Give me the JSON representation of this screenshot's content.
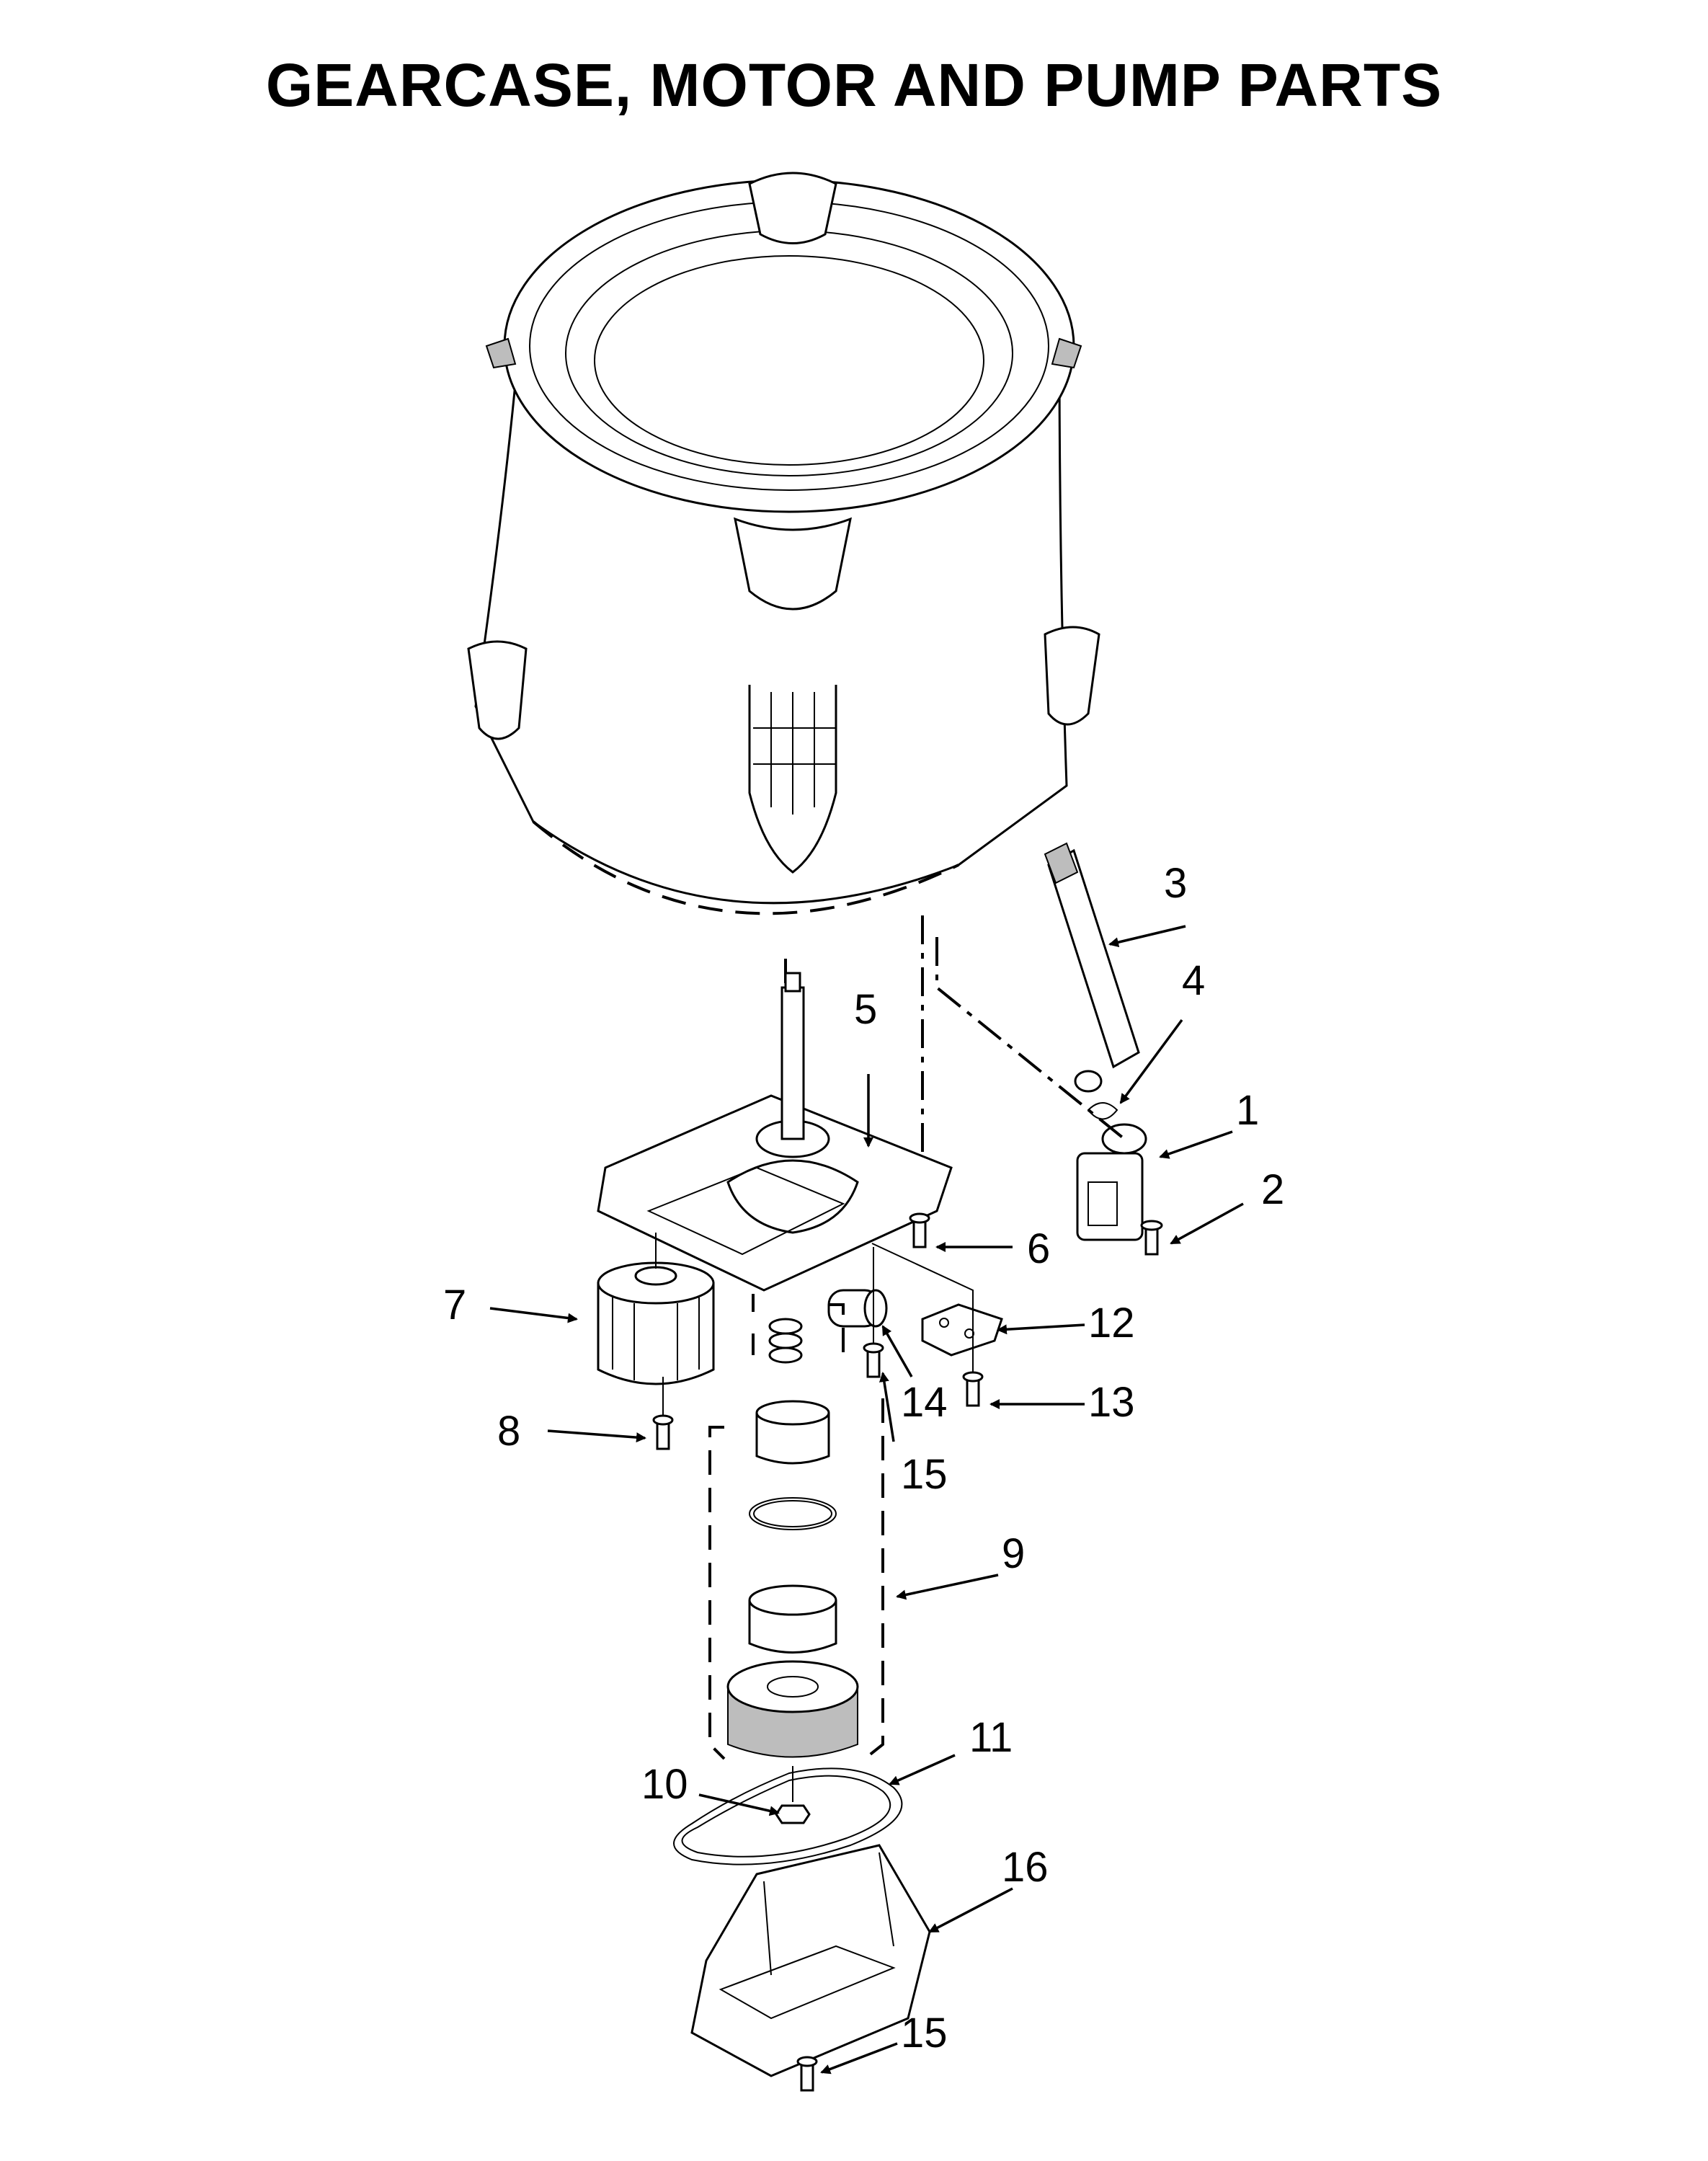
{
  "title": "GEARCASE, MOTOR AND PUMP PARTS",
  "callouts": [
    {
      "id": "c1",
      "label": "1"
    },
    {
      "id": "c2",
      "label": "2"
    },
    {
      "id": "c3",
      "label": "3"
    },
    {
      "id": "c4",
      "label": "4"
    },
    {
      "id": "c5",
      "label": "5"
    },
    {
      "id": "c6",
      "label": "6"
    },
    {
      "id": "c7",
      "label": "7"
    },
    {
      "id": "c8",
      "label": "8"
    },
    {
      "id": "c9",
      "label": "9"
    },
    {
      "id": "c10",
      "label": "10"
    },
    {
      "id": "c11",
      "label": "11"
    },
    {
      "id": "c12",
      "label": "12"
    },
    {
      "id": "c13",
      "label": "13"
    },
    {
      "id": "c14",
      "label": "14"
    },
    {
      "id": "c15a",
      "label": "15"
    },
    {
      "id": "c15b",
      "label": "15"
    },
    {
      "id": "c16",
      "label": "16"
    }
  ],
  "colors": {
    "ink": "#000000",
    "paper": "#ffffff",
    "shade": "#bdbdbd"
  }
}
